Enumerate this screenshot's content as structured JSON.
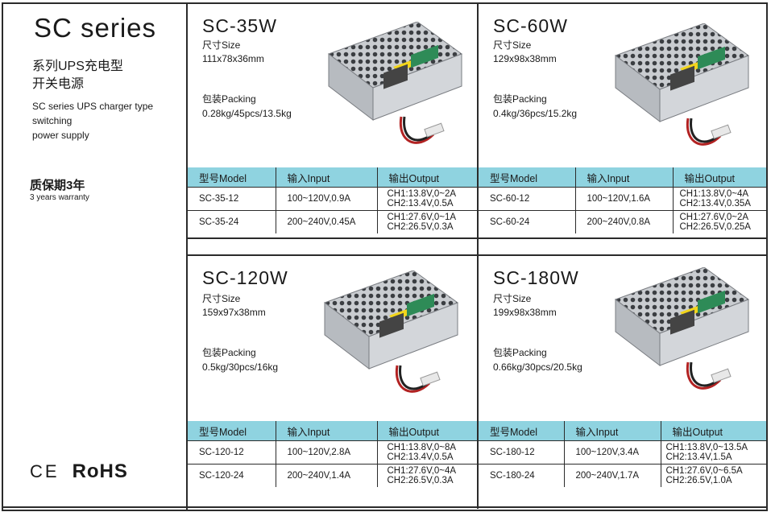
{
  "left": {
    "title": "SC series",
    "cn_line1": "系列UPS充电型",
    "cn_line2": "开关电源",
    "en_line1": "SC series UPS charger type",
    "en_line2": "switching",
    "en_line3": "power supply",
    "warranty_cn": "质保期3年",
    "warranty_en": "3 years warranty",
    "cert_ce": "CE",
    "cert_rohs": "RoHS"
  },
  "headers": {
    "model": "型号Model",
    "input": "输入Input",
    "output": "输出Output"
  },
  "labels": {
    "size": "尺寸Size",
    "packing": "包装Packing"
  },
  "products": [
    {
      "name": "SC-35W",
      "size": "111x78x36mm",
      "packing": "0.28kg/45pcs/13.5kg",
      "rows": [
        {
          "model": "SC-35-12",
          "input": "100~120V,0.9A",
          "out1": "CH1:13.8V,0~2A",
          "out2": "CH2:13.4V,0.5A"
        },
        {
          "model": "SC-35-24",
          "input": "200~240V,0.45A",
          "out1": "CH1:27.6V,0~1A",
          "out2": "CH2:26.5V,0.3A"
        }
      ]
    },
    {
      "name": "SC-60W",
      "size": "129x98x38mm",
      "packing": "0.4kg/36pcs/15.2kg",
      "rows": [
        {
          "model": "SC-60-12",
          "input": "100~120V,1.6A",
          "out1": "CH1:13.8V,0~4A",
          "out2": "CH2:13.4V,0.35A"
        },
        {
          "model": "SC-60-24",
          "input": "200~240V,0.8A",
          "out1": "CH1:27.6V,0~2A",
          "out2": "CH2:26.5V,0.25A"
        }
      ]
    },
    {
      "name": "SC-120W",
      "size": "159x97x38mm",
      "packing": "0.5kg/30pcs/16kg",
      "rows": [
        {
          "model": "SC-120-12",
          "input": "100~120V,2.8A",
          "out1": "CH1:13.8V,0~8A",
          "out2": "CH2:13.4V,0.5A"
        },
        {
          "model": "SC-120-24",
          "input": "200~240V,1.4A",
          "out1": "CH1:27.6V,0~4A",
          "out2": "CH2:26.5V,0.3A"
        }
      ]
    },
    {
      "name": "SC-180W",
      "size": "199x98x38mm",
      "packing": "0.66kg/30pcs/20.5kg",
      "rows": [
        {
          "model": "SC-180-12",
          "input": "100~120V,3.4A",
          "out1": "CH1:13.8V,0~13.5A",
          "out2": "CH2:13.4V,1.5A"
        },
        {
          "model": "SC-180-24",
          "input": "200~240V,1.7A",
          "out1": "CH1:27.6V,0~6.5A",
          "out2": "CH2:26.5V,1.0A"
        }
      ]
    }
  ]
}
